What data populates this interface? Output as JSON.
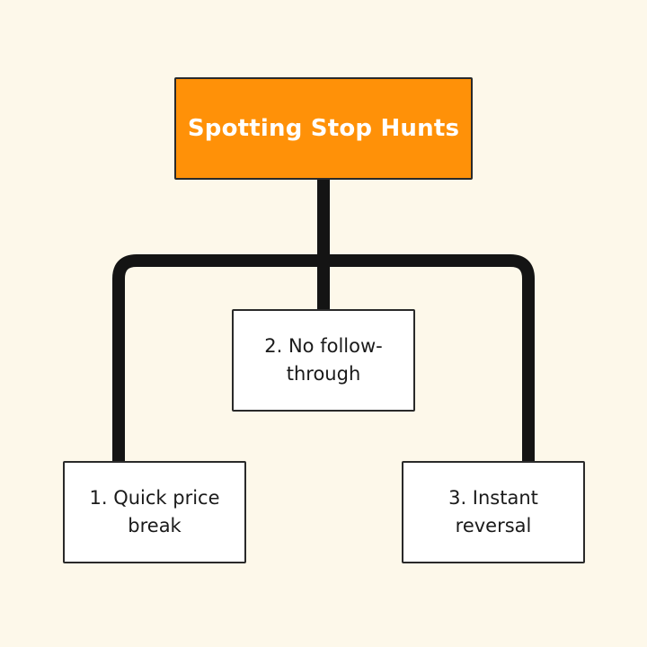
{
  "diagram": {
    "title": "Spotting Stop Hunts",
    "nodes": [
      {
        "label": "1. Quick price break"
      },
      {
        "label": "2. No follow-through"
      },
      {
        "label": "3. Instant reversal"
      }
    ]
  },
  "colors": {
    "background": "#fdf8ea",
    "title_fill": "#ff9108",
    "title_text": "#ffffff",
    "box_fill": "#ffffff",
    "connector": "#141414"
  }
}
